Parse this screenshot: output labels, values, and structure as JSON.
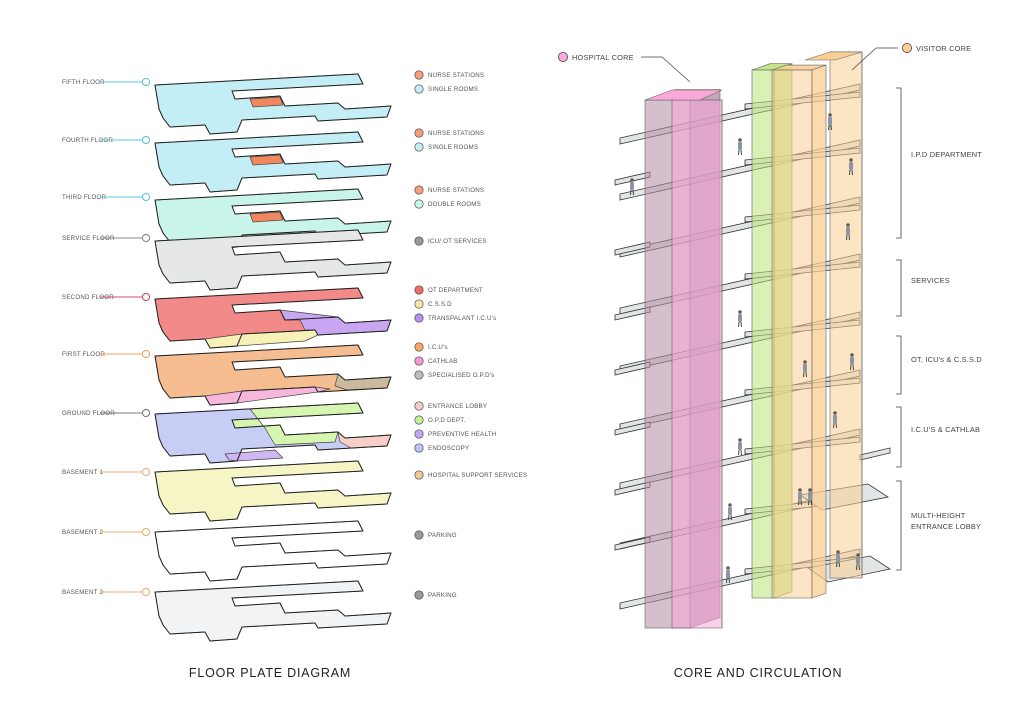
{
  "titles": {
    "left": "FLOOR PLATE DIAGRAM",
    "right": "CORE AND CIRCULATION"
  },
  "colors": {
    "nurse": "#f4a07a",
    "nurse_patch": "#f0875f",
    "single_rooms": "#c4eef5",
    "double_rooms": "#c8f4ea",
    "service": "#e6e8e8",
    "ot": "#f28a8a",
    "cssd": "#f7f1b7",
    "transplant": "#c9a6f2",
    "icu": "#f6be90",
    "cathlab": "#f7b7dc",
    "specialised": "#cbb9a0",
    "entrance": "#f7cfc8",
    "opd": "#d6f5b0",
    "preventive": "#d1b7f2",
    "endoscopy": "#c8cdf5",
    "support": "#f5f5c5",
    "parking": "#ffffff",
    "parking3": "#f1f3f4",
    "hospital_core": "#f9a8d8",
    "visitor_core": "#f9cf93",
    "green_core": "#bce47c"
  },
  "floors": [
    {
      "name": "FIFTH FLOOR",
      "dot": "#5bc6e0",
      "legend": [
        {
          "label": "NURSE STATIONS",
          "color": "#f4a07a"
        },
        {
          "label": "SINGLE ROOMS",
          "color": "#c4eef5"
        }
      ]
    },
    {
      "name": "FOURTH FLOOR",
      "dot": "#5bc6e0",
      "legend": [
        {
          "label": "NURSE STATIONS",
          "color": "#f4a07a"
        },
        {
          "label": "SINGLE ROOMS",
          "color": "#c4eef5"
        }
      ]
    },
    {
      "name": "THIRD FLOOR",
      "dot": "#5bc6e0",
      "legend": [
        {
          "label": "NURSE STATIONS",
          "color": "#f4a07a"
        },
        {
          "label": "DOUBLE ROOMS",
          "color": "#c8f4ea"
        }
      ]
    },
    {
      "name": "SERVICE FLOOR",
      "dot": "#888888",
      "legend": [
        {
          "label": "ICU/ OT SERVICES",
          "color": "#9a9a9a"
        }
      ]
    },
    {
      "name": "SECOND FLOOR",
      "dot": "#d05060",
      "legend": [
        {
          "label": "OT DEPARTMENT",
          "color": "#f06b6b"
        },
        {
          "label": "C.S.S.D",
          "color": "#f6e7a6"
        },
        {
          "label": "TRANSPALANT I.C.U's",
          "color": "#b690ef"
        }
      ]
    },
    {
      "name": "FIRST FLOOR",
      "dot": "#f0a060",
      "legend": [
        {
          "label": "I.C.U's",
          "color": "#f6a86a"
        },
        {
          "label": "CATHLAB",
          "color": "#f39bd2"
        },
        {
          "label": "SPECIALISED O.P.D's",
          "color": "#c0bcb8"
        }
      ]
    },
    {
      "name": "GROUND FLOOR",
      "dot": "#777777",
      "legend": [
        {
          "label": "ENTRANCE LOBBY",
          "color": "#f7cfc8"
        },
        {
          "label": "O.P.D DEPT.",
          "color": "#c5f09a"
        },
        {
          "label": "PREVENTIVE HEALTH",
          "color": "#c7a7f0"
        },
        {
          "label": "ENDOSCOPY",
          "color": "#bcc4f3"
        }
      ]
    },
    {
      "name": "BASEMENT 1",
      "dot": "#f0b070",
      "legend": [
        {
          "label": "HOSPITAL SUPPORT SERVICES",
          "color": "#f6c99a"
        }
      ]
    },
    {
      "name": "BASEMENT 2",
      "dot": "#f0b070",
      "legend": [
        {
          "label": "PARKING",
          "color": "#9a9a9a"
        }
      ]
    },
    {
      "name": "BASEMENT 3",
      "dot": "#f0b070",
      "legend": [
        {
          "label": "PARKING",
          "color": "#9a9a9a"
        }
      ]
    }
  ],
  "cores": {
    "hospital": "HOSPITAL CORE",
    "visitor": "VISITOR CORE"
  },
  "departments": [
    {
      "label": "I.P.D DEPARTMENT"
    },
    {
      "label": "SERVICES"
    },
    {
      "label": "OT, ICU's & C.S.S.D"
    },
    {
      "label": "I.C.U'S & CATHLAB"
    },
    {
      "label": "MULTI-HEIGHT ENTRANCE LOBBY"
    }
  ]
}
